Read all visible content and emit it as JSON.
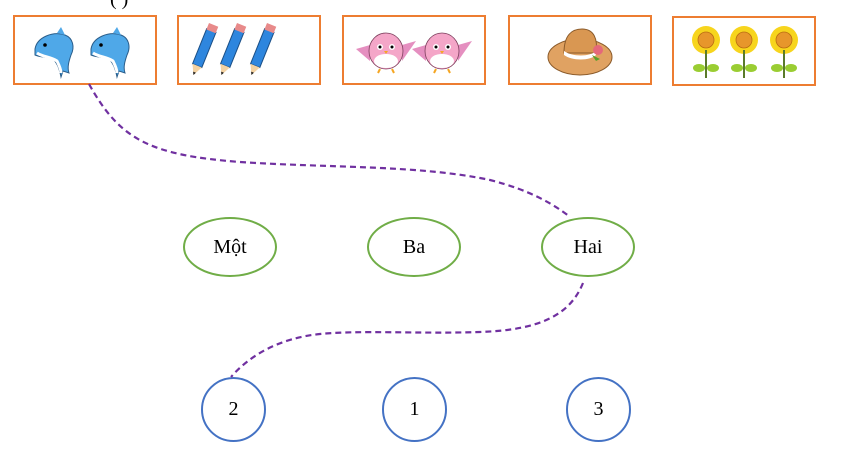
{
  "header": {
    "partial_text": "(              )"
  },
  "picture_boxes": [
    {
      "id": "dolphins",
      "subject": "dolphin",
      "count": 2
    },
    {
      "id": "pencils",
      "subject": "pencil",
      "count": 3
    },
    {
      "id": "birds",
      "subject": "pink-bird",
      "count": 2
    },
    {
      "id": "hat",
      "subject": "straw-hat",
      "count": 1
    },
    {
      "id": "sunflowers",
      "subject": "sunflower",
      "count": 3
    }
  ],
  "word_nodes": [
    {
      "id": "mot",
      "label": "Một"
    },
    {
      "id": "ba",
      "label": "Ba"
    },
    {
      "id": "hai",
      "label": "Hai"
    }
  ],
  "number_nodes": [
    {
      "id": "n2",
      "label": "2"
    },
    {
      "id": "n1",
      "label": "1"
    },
    {
      "id": "n3",
      "label": "3"
    }
  ],
  "connections": [
    {
      "from": "dolphins",
      "to": "hai",
      "style": "dashed"
    },
    {
      "from": "hai",
      "to": "n2",
      "style": "dashed"
    }
  ],
  "colors": {
    "box_border": "#ED7D31",
    "word_border": "#70AD47",
    "number_border": "#4472C4",
    "connector": "#7030A0"
  }
}
